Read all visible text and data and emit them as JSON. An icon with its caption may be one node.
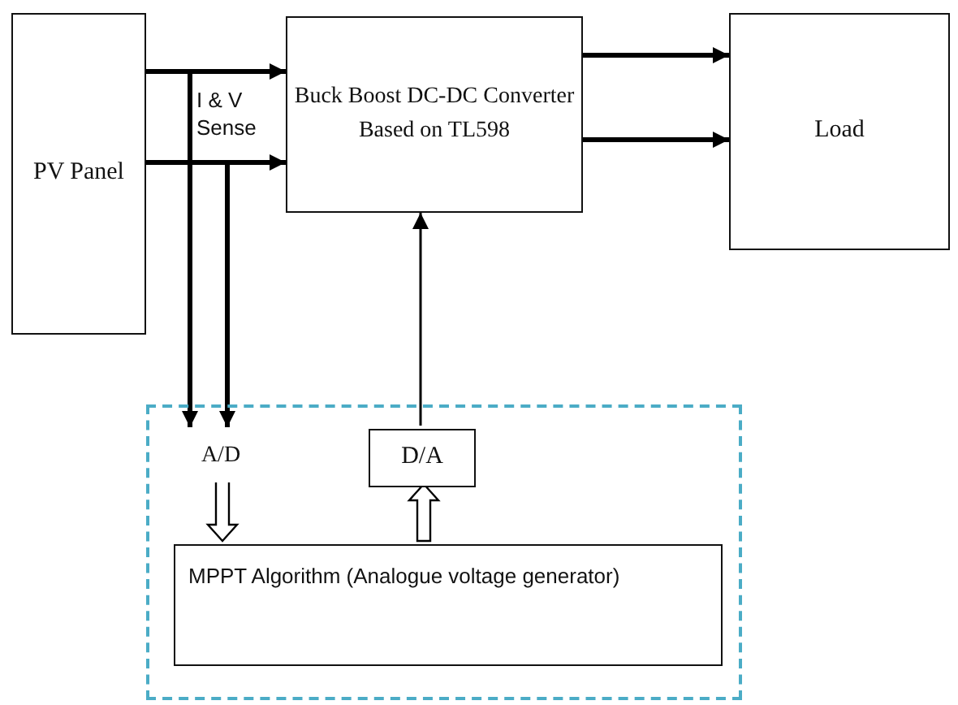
{
  "diagram": {
    "nodes": [
      {
        "text": [
          "PV Panel"
        ]
      },
      {
        "text": [
          "Buck Boost DC-DC Converter Based on TL598"
        ]
      },
      {
        "text": [
          "Load"
        ]
      },
      {
        "text": [],
        "shape": "box"
      },
      {
        "text": [
          "A/D"
        ],
        "in": 3
      },
      {
        "text": [
          "D/A"
        ],
        "in": 3
      },
      {
        "text": [
          "MPPT Algorithm (Analogue voltage generator)"
        ],
        "in": 3
      }
    ],
    "edges": [
      {
        "from": 0,
        "to": 1,
        "arrow": "to"
      },
      {
        "from": 0,
        "to": 1,
        "arrow": "to"
      },
      {
        "from": 1,
        "to": 2,
        "arrow": "to"
      },
      {
        "from": 1,
        "to": 2,
        "arrow": "to"
      },
      {
        "from": 0,
        "to": 4,
        "arrow": "to"
      },
      {
        "from": 0,
        "to": 4,
        "arrow": "to"
      },
      {
        "from": 5,
        "to": 1,
        "arrow": "to"
      },
      {
        "from": 4,
        "to": 6,
        "arrow": "to"
      },
      {
        "from": 6,
        "to": 5,
        "arrow": "to"
      }
    ],
    "labels": [
      "I & V Sense"
    ]
  }
}
